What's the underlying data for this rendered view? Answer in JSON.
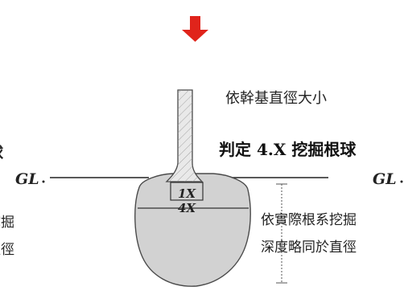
{
  "arrow": {
    "icon": "down-arrow-icon",
    "color": "#e0241b"
  },
  "labels": {
    "trunk_caption_line1": "依幹基直徑大小",
    "trunk_caption_line2": "判定 4.X 挖掘根球",
    "gl_center_left": "GL",
    "gl_right": "GL",
    "ratio_1x": "1X",
    "ratio_4x": "4X",
    "right_note_line1": "依實際根系挖掘",
    "right_note_line2": "深度略同於直徑",
    "left_cut_title_char": "球",
    "left_cut_line1": "挖掘",
    "left_cut_line2": "直徑"
  },
  "colors": {
    "root_ball_fill": "#d2d2d2",
    "root_ball_stroke": "#4a4a4a",
    "trunk_fill": "#e9e9e9",
    "ground_line": "#222222",
    "text": "#222222"
  }
}
